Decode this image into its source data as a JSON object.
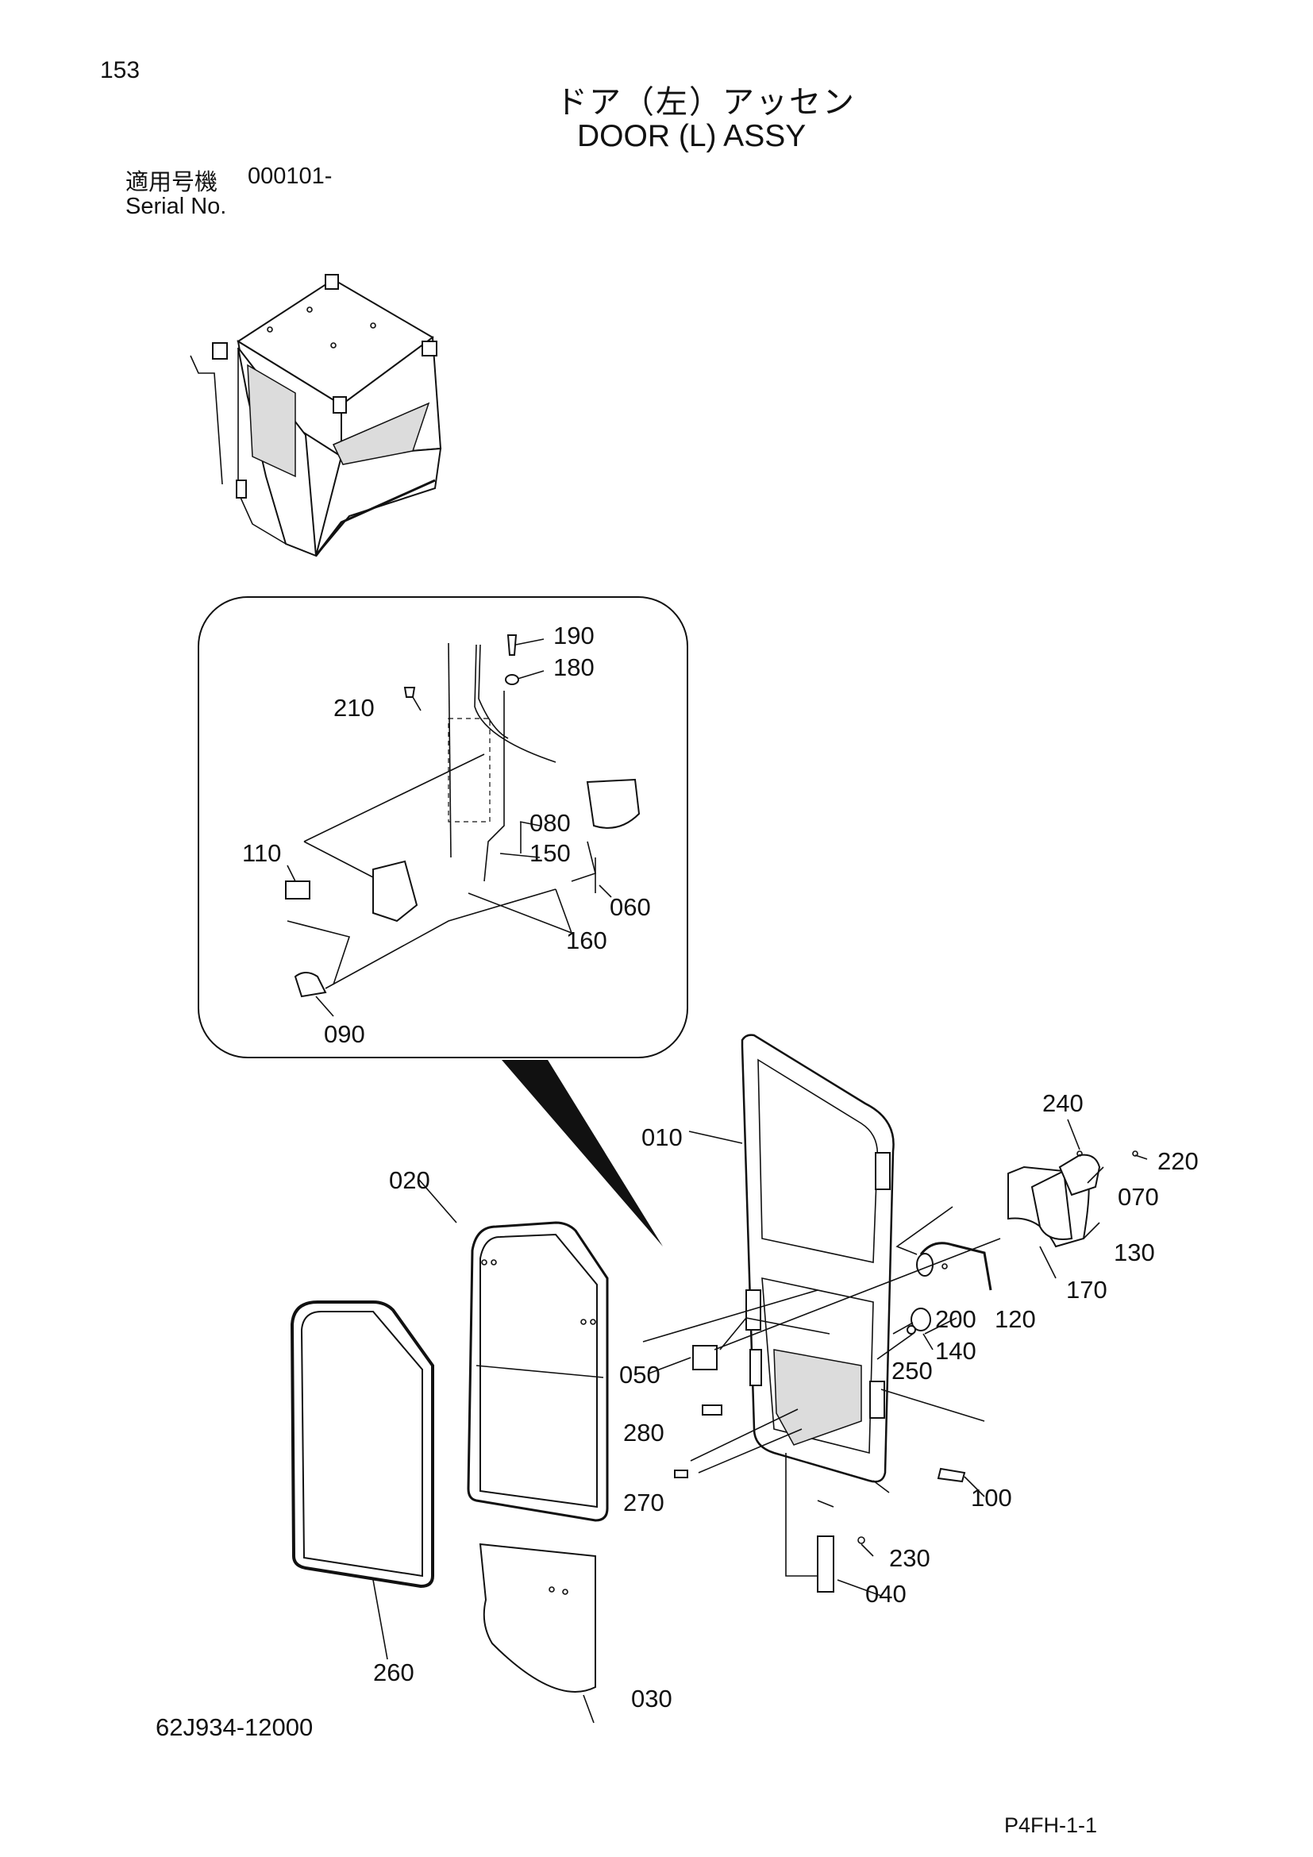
{
  "header": {
    "page_number": "153",
    "title_jp": "ドア（左）アッセン",
    "title_en": "DOOR (L) ASSY",
    "serial_label_jp": "適用号機",
    "serial_value": "000101-",
    "serial_label_en": "Serial No."
  },
  "callouts": {
    "p010": "010",
    "p020": "020",
    "p030": "030",
    "p040": "040",
    "p050": "050",
    "p060": "060",
    "p070": "070",
    "p080": "080",
    "p090": "090",
    "p100": "100",
    "p110": "110",
    "p120": "120",
    "p130": "130",
    "p140": "140",
    "p150": "150",
    "p160": "160",
    "p170": "170",
    "p180": "180",
    "p190": "190",
    "p200": "200",
    "p210": "210",
    "p220": "220",
    "p230": "230",
    "p240": "240",
    "p250": "250",
    "p260": "260",
    "p270": "270",
    "p280": "280"
  },
  "footer": {
    "drawing_number": "62J934-12000",
    "page_code": "P4FH-1-1"
  }
}
